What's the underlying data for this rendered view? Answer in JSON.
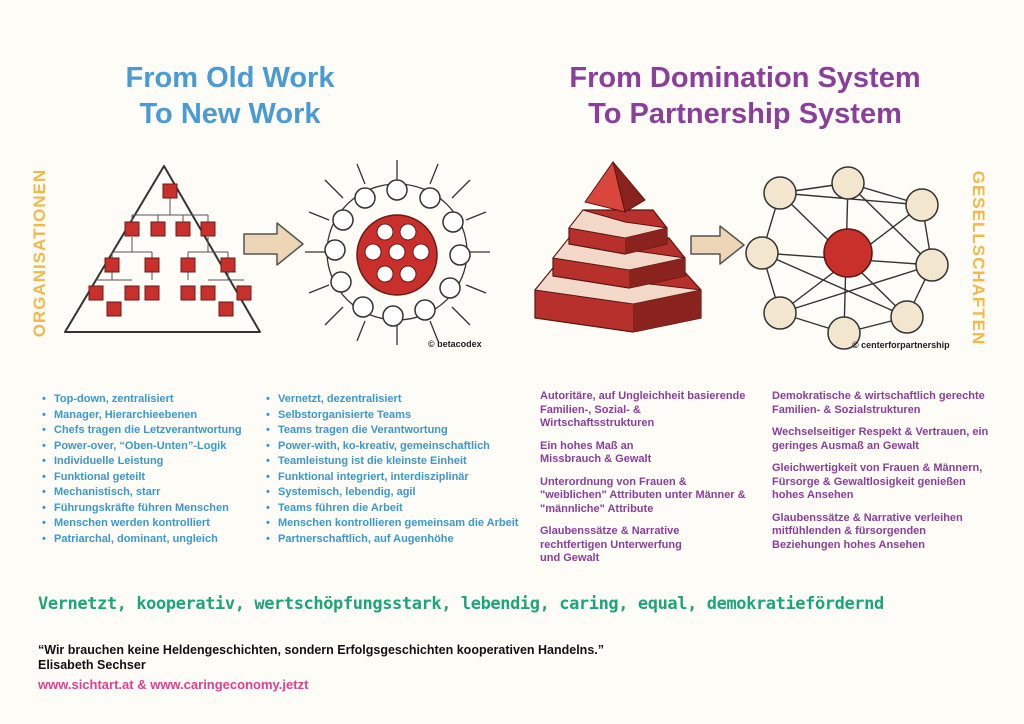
{
  "left_title": [
    "From Old Work",
    "To New Work"
  ],
  "right_title": [
    "From Domination System",
    "To Partnership System"
  ],
  "side_labels": {
    "left": "ORGANISATIONEN",
    "right": "GESELLSCHAFTEN"
  },
  "credits": {
    "left": "© betacodex",
    "right": "© centerforpartnership"
  },
  "old_work_list": [
    "Top-down, zentralisiert",
    "Manager, Hierarchieebenen",
    "Chefs tragen die Letzverantwortung",
    "Power-over, “Oben-Unten”-Logik",
    "Individuelle Leistung",
    "Funktional geteilt",
    "Mechanistisch, starr",
    "Führungskräfte führen Menschen",
    "Menschen werden kontrolliert",
    "Patriarchal, dominant, ungleich"
  ],
  "new_work_list": [
    "Vernetzt, dezentralisiert",
    "Selbstorganisierte Teams",
    "Teams tragen die Verantwortung",
    "Power-with, ko-kreativ, gemeinschaftlich",
    "Teamleistung ist die kleinste Einheit",
    "Funktional integriert, interdisziplinär",
    "Systemisch, lebendig, agil",
    "Teams führen die Arbeit",
    "Menschen kontrollieren gemeinsam die Arbeit",
    "Partnerschaftlich, auf Augenhöhe"
  ],
  "domination_list": [
    "Autoritäre, auf Ungleichheit basierende Familien-, Sozial- & Wirtschaftsstrukturen",
    "Ein hohes Maß an Missbrauch & Gewalt",
    "Unterordnung von Frauen & \"weiblichen\" Attributen unter Männer & \"männliche\" Attribute",
    "Glaubenssätze & Narrative rechtfertigen Unterwerfung und Gewalt"
  ],
  "partnership_list": [
    "Demokratische & wirtschaftlich gerechte Familien- & Sozialstrukturen",
    "Wechselseitiger Respekt & Vertrauen, ein geringes Ausmaß an Gewalt",
    "Gleichwertigkeit von Frauen & Männern, Fürsorge & Gewaltlosigkeit genießen hohes Ansehen",
    "Glaubenssätze & Narrative verleihen mitfühlenden & fürsorgenden Beziehungen hohes Ansehen"
  ],
  "slogan": "Vernetzt, kooperativ, wertschöpfungsstark, lebendig, caring, equal, demokratiefördernd",
  "quote": "“Wir brauchen keine Heldengeschichten, sondern Erfolgsgeschichten kooperativen Handelns.”",
  "quote_author": "Elisabeth Sechser",
  "links": "www.sichtart.at & www.caringeconomy.jetzt",
  "colors": {
    "blue": "#4a9ad4",
    "purple": "#8a3f9a",
    "yellow": "#f2b84a",
    "green": "#1fa37a",
    "pink": "#e0408f",
    "red": "#c0302a",
    "cream": "#f3e6cf"
  }
}
